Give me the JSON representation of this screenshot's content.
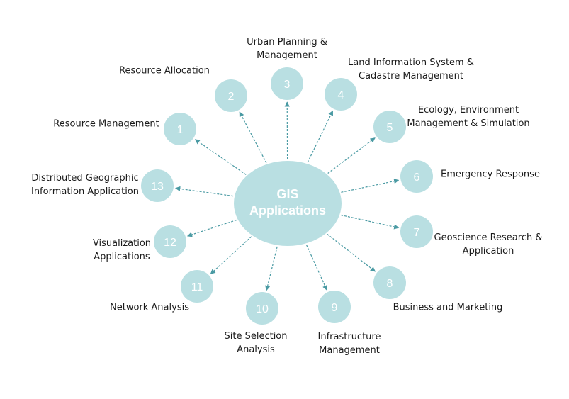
{
  "hub": {
    "lines": [
      "GIS",
      "Applications"
    ]
  },
  "colors": {
    "node_fill": "#b9dfe2",
    "arrow": "#4a9aa3",
    "text": "#1a1a1a"
  },
  "nodes": [
    {
      "number": "1",
      "label": [
        "Resource Management"
      ]
    },
    {
      "number": "2",
      "label": [
        "Resource Allocation"
      ]
    },
    {
      "number": "3",
      "label": [
        "Urban Planning &",
        "Management"
      ]
    },
    {
      "number": "4",
      "label": [
        "Land Information System &",
        "Cadastre Management"
      ]
    },
    {
      "number": "5",
      "label": [
        "Ecology, Environment",
        "Management & Simulation"
      ]
    },
    {
      "number": "6",
      "label": [
        "Emergency Response"
      ]
    },
    {
      "number": "7",
      "label": [
        "Geoscience Research &",
        "Application"
      ]
    },
    {
      "number": "8",
      "label": [
        "Business and Marketing"
      ]
    },
    {
      "number": "9",
      "label": [
        "Infrastructure",
        "Management"
      ]
    },
    {
      "number": "10",
      "label": [
        "Site Selection",
        "Analysis"
      ]
    },
    {
      "number": "11",
      "label": [
        "Network Analysis"
      ]
    },
    {
      "number": "12",
      "label": [
        "Visualization",
        "Applications"
      ]
    },
    {
      "number": "13",
      "label": [
        "Distributed Geographic",
        "Information Application"
      ]
    }
  ]
}
